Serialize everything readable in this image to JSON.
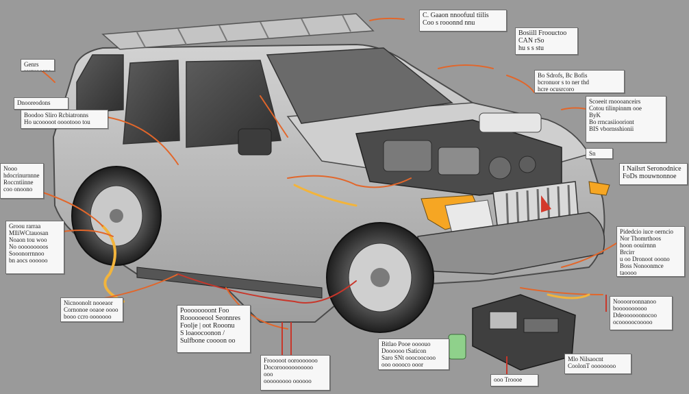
{
  "diagram": {
    "colors": {
      "background": "#9a9a9a",
      "body": "#b7b7b7",
      "wire_orange": "#e2662a",
      "wire_red": "#c8362a",
      "wire_yellow": "#f2b43c",
      "headlight_amber": "#f6a623",
      "callout_fill": "#f7f7f7"
    },
    "callouts": [
      {
        "id": "top-center",
        "text": "C. Gaaon nnoofuul tiilis\nCoo s rooonnd nnu"
      },
      {
        "id": "top-right-1",
        "text": "Bosiill Froouctoo\nCAN rSo\nhu s s stu"
      },
      {
        "id": "top-left-1",
        "text": "Genrs rornrooans"
      },
      {
        "id": "right-2",
        "text": "Bo Sdrofs, Bc Bofis\nbcronuor s to ner thd\nhcre ocusrcoro"
      },
      {
        "id": "left-2",
        "text": "Dnooreodons"
      },
      {
        "id": "left-3",
        "text": "Boodoo Sliro Rcbiatronns\nHo ucooooot ooootooo tou"
      },
      {
        "id": "right-3",
        "text": "Scoeeit rnoooanceirs\nCotou tilinpinnm ooe\nByK\nBo rrncasiiooriont\nBIS vbornsshionii"
      },
      {
        "id": "right-3b",
        "text": "Sn tanon"
      },
      {
        "id": "left-4",
        "text": "Nooo\nhdocrinurnnne\nRoccntiinne\ncoo onoono"
      },
      {
        "id": "right-4",
        "text": "I Nailsrt Seronodnice\nFoDs mouwnonnoe"
      },
      {
        "id": "left-5",
        "text": "Groou rarraa\nMlliWCtauosan\nNoaon tou woo\nNo ooooooooos\nSooonorrnnoo\nbn aocs oooooo"
      },
      {
        "id": "right-5",
        "text": "Pidedcio iuce oerncio\nNor Thomrthoos\nhoon oouirnnn\nBrcirr\nu oo Dronoot ooono\nBoss Nonoonmce taoooo"
      },
      {
        "id": "left-6",
        "text": "Nicnoonolt nooeaor\nCornonoe ooaoe oooo\nbooo ccro ooooooo"
      },
      {
        "id": "right-6",
        "text": "Nooooroonnanoo\nboooooooooo\nDdeoooooonocoo\nocooooocooooo"
      },
      {
        "id": "center-bottom-1",
        "text": "Poooooooont Foo\nRoooooeool Seonnres\nFoolje | oot Rooonu\nS loaoocoonon /\nSulfbone coooon oo"
      },
      {
        "id": "center-bottom-2",
        "text": "Bitlao Pooe oooouo\nDoooooo tSaticon\nSaro SNt ooocoocooo\nooo ooooco ooor"
      },
      {
        "id": "bottom-left",
        "text": "Frooooot oorooooooo\nDocorooooooooooo\nooo\nooooooooo oooooo"
      },
      {
        "id": "bottom-right",
        "text": "Mlo Nilsaocnt\nCoolonT oooooooo"
      },
      {
        "id": "bottom-center",
        "text": "ooo Troooe"
      }
    ]
  }
}
